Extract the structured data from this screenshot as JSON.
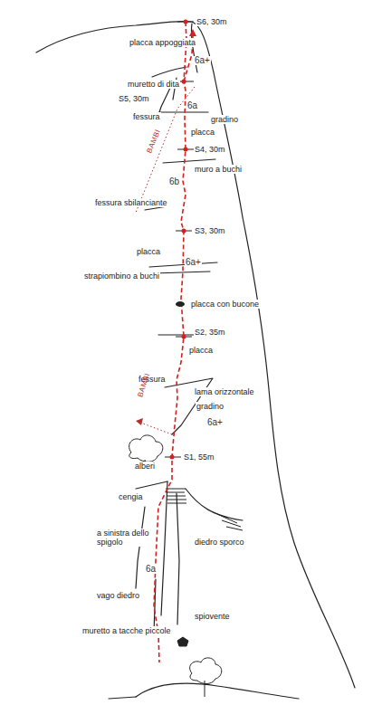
{
  "diagram": {
    "labels": [
      "S6, 30m",
      "placca appoggiata",
      "6a+",
      "muretto di dita",
      "S5, 30m",
      "fessura",
      "6a",
      "gradino",
      "BAMBI",
      "placca",
      "S4, 30m",
      "muro a buchi",
      "6b",
      "fessura sbilanciante",
      "S3, 30m",
      "placca",
      "6a+",
      "strapiombino a buchi",
      "placca con bucone",
      "S2, 35m",
      "placca",
      "fessura",
      "lama orizzontale",
      "gradino",
      "BAMBI",
      "6a+",
      "S1, 55m",
      "alberi",
      "cengia",
      "a sinistra dello spigolo",
      "diedro sporco",
      "6a",
      "vago diedro",
      "spiovente",
      "muretto a tacche piccole"
    ]
  }
}
